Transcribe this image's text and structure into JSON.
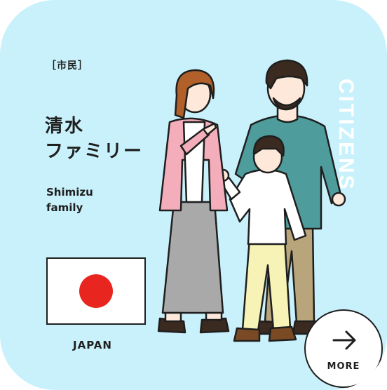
{
  "card": {
    "tag": "［市民］",
    "title_ja_line1": "清水",
    "title_ja_line2": "ファミリー",
    "title_en_line1": "Shimizu",
    "title_en_line2": "family",
    "vertical_label": "CITIZENS",
    "country": "JAPAN",
    "more_label": "MORE"
  },
  "colors": {
    "background": "#c9f1fb",
    "flag_red": "#e8261f",
    "mother_jacket": "#f4aebb",
    "father_sweater": "#4e9c9b",
    "pants_yellow": "#f7f3b6",
    "skirt_grey": "#a9a9a9",
    "text": "#1f1f1f"
  },
  "icons": {
    "flag": "japan-flag",
    "more": "arrow-right-icon"
  }
}
